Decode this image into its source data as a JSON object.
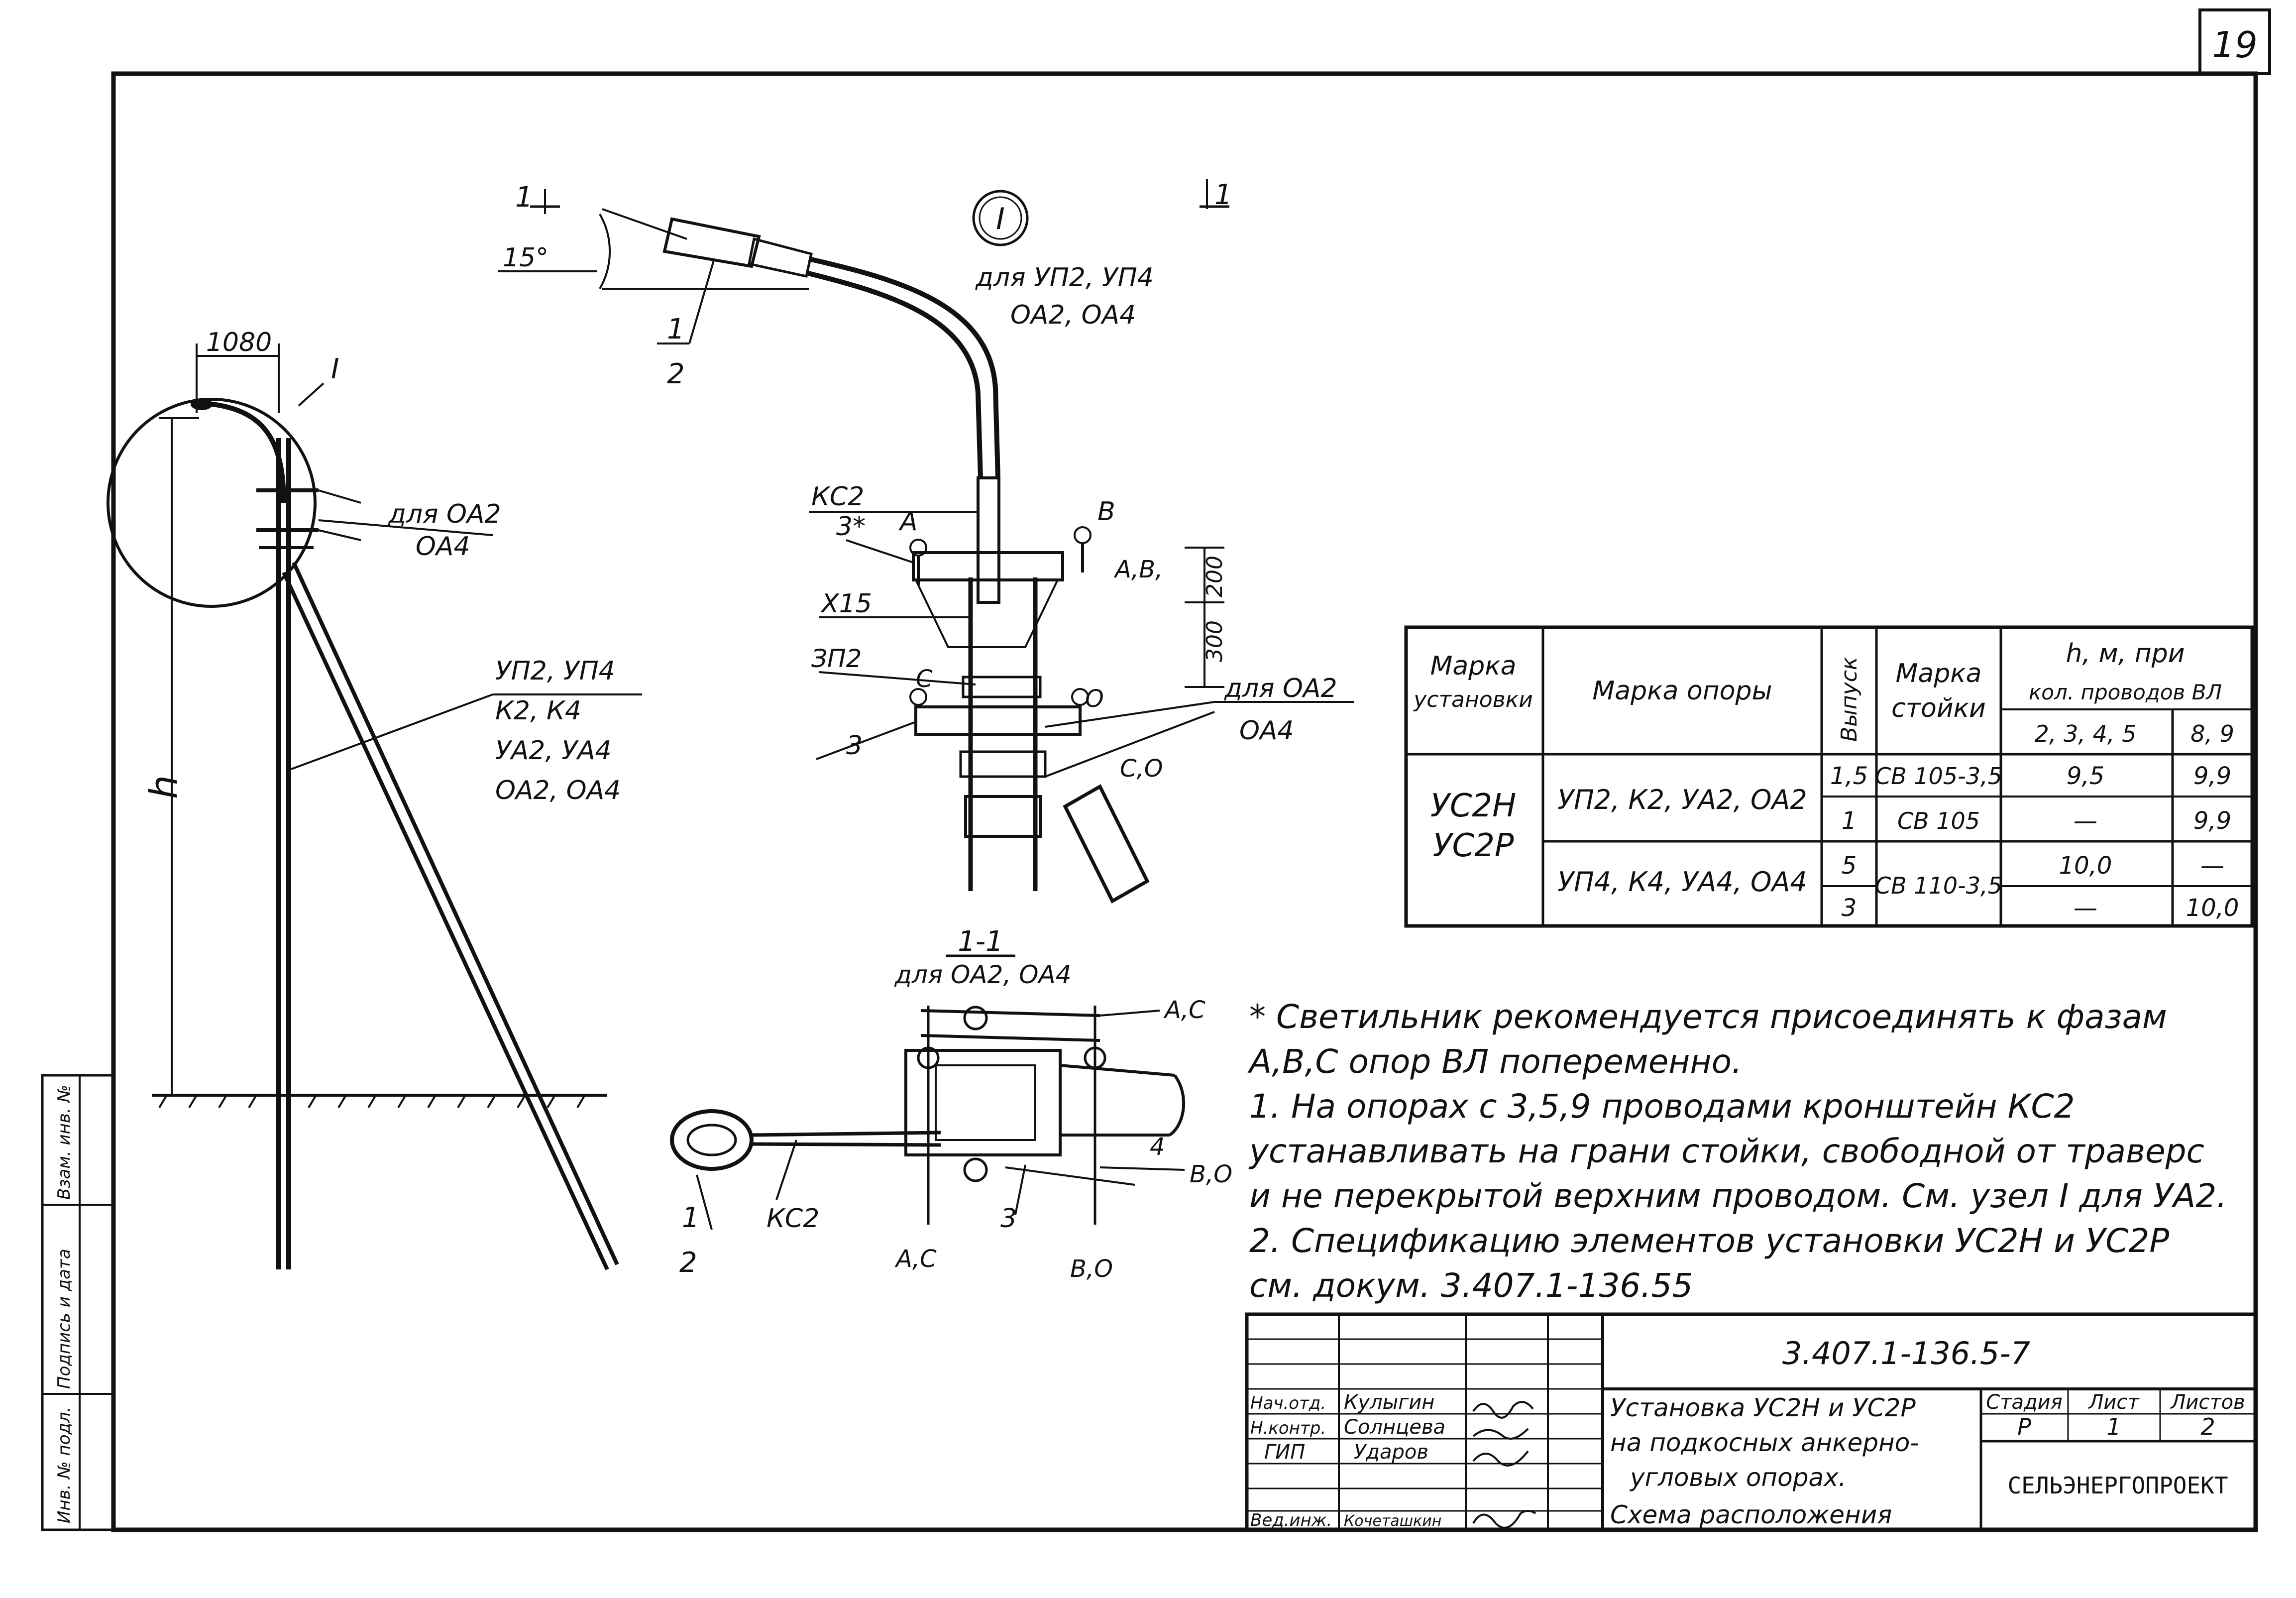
{
  "sheet_number": "19",
  "callouts": {
    "node_I": "I",
    "section_1_left": "1",
    "section_1_right": "1",
    "angle": "15°",
    "pos_1": "1",
    "pos_2": "2",
    "dim_1080": "1080",
    "height_h": "h",
    "for_oa2_line1": "для ОА2",
    "for_oa2_line2": "ОА4",
    "pole_types": [
      "УП2, УП4",
      "К2, К4",
      "УА2, УА4",
      "ОА2, ОА4"
    ],
    "detail_for_line1": "для УП2, УП4",
    "detail_for_line2": "ОА2, ОА4",
    "kc2": "КС2",
    "star3": "3*",
    "label_A": "А",
    "label_B": "В",
    "label_AB": "А,В,",
    "dim_200": "200",
    "dim_300": "300",
    "x15": "Х15",
    "zp2": "ЗП2",
    "label_C": "С",
    "label_O": "О",
    "pos_3": "3",
    "label_CO": "С,О",
    "right_for_line1": "для ОА2",
    "right_for_line2": "ОА4"
  },
  "section_view": {
    "title": "1-1",
    "subtitle": "для ОА2, ОА4",
    "label_AC_top": "А,С",
    "label_4": "4",
    "label_BO_right": "В,О",
    "label_3": "3",
    "label_1": "1",
    "label_2": "2",
    "label_kc2": "КС2",
    "label_AC_bottom": "А,С",
    "label_BO_bottom": "В,О"
  },
  "table": {
    "headers": {
      "col1": [
        "Марка",
        "установки"
      ],
      "col2": "Марка опоры",
      "col3": "Выпуск",
      "col4": [
        "Марка",
        "стойки"
      ],
      "col5_top": "h, м, при",
      "col5_mid": "кол. проводов ВЛ",
      "col5_a": "2, 3, 4, 5",
      "col5_b": "8, 9"
    },
    "install_marks": [
      "УС2Н",
      "УС2Р"
    ],
    "rows": [
      {
        "pole": "УП2, К2, УА2, ОА2",
        "release": "1,5",
        "stand": "СВ 105-3,5",
        "h_a": "9,5",
        "h_b": "9,9"
      },
      {
        "pole": "",
        "release": "1",
        "stand": "СВ 105",
        "h_a": "—",
        "h_b": "9,9"
      },
      {
        "pole": "УП4, К4, УА4, ОА4",
        "release": "5",
        "stand": "СВ 110-3,5",
        "h_a": "10,0",
        "h_b": "—"
      },
      {
        "pole": "",
        "release": "3",
        "stand": "",
        "h_a": "—",
        "h_b": "10,0"
      }
    ]
  },
  "notes": [
    "* Светильник рекомендуется присоединять к фазам",
    "А,В,С опор ВЛ попеременно.",
    "1. На опорах с 3,5,9 проводами кронштейн КС2",
    "устанавливать на грани стойки, свободной от траверс",
    "и не перекрытой верхним проводом. См. узел I для УА2.",
    "2. Спецификацию элементов установки УС2Н и УС2Р",
    "см. докум. 3.407.1-136.55"
  ],
  "title_block": {
    "doc_code": "3.407.1-136.5-7",
    "title_lines": [
      "Установка УС2Н и УС2Р",
      "на подкосных анкерно-",
      "угловых опорах.",
      "Схема расположения"
    ],
    "stage_label": "Стадия",
    "sheet_label": "Лист",
    "sheets_label": "Листов",
    "stage": "Р",
    "sheet": "1",
    "sheets": "2",
    "org": "СЕЛЬЭНЕРГОПРОЕКТ",
    "signatures": [
      {
        "role": "Нач.отд.",
        "name": "Кулыгин"
      },
      {
        "role": "Н.контр.",
        "name": "Солнцева"
      },
      {
        "role": "ГИП",
        "name": "Ударов"
      },
      {
        "role": "Вед.инж.",
        "name": "Кочеташкин"
      }
    ]
  },
  "side_stamp": {
    "inv": "Инв. № подл.",
    "sign": "Подпись и дата",
    "swap": "Взам. инв. №"
  }
}
